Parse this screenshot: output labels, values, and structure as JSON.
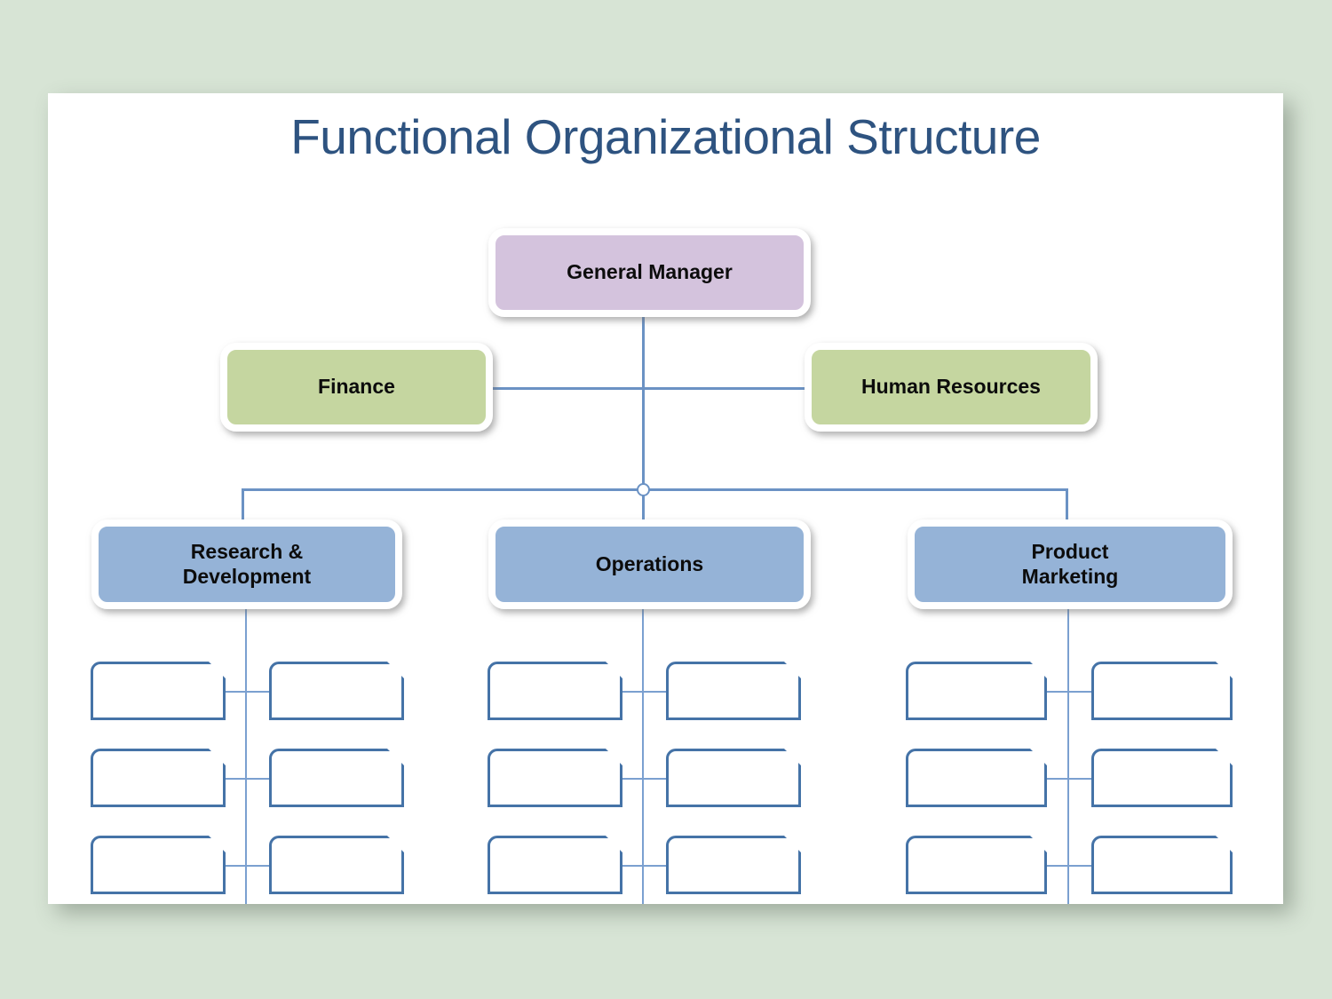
{
  "page": {
    "background_color": "#d7e4d5",
    "canvas_color": "#ffffff"
  },
  "title": "Functional Organizational Structure",
  "colors": {
    "title_text": "#2e5380",
    "executive_fill": "#d4c3dd",
    "support_fill": "#c5d6a0",
    "department_fill": "#95b3d7",
    "leaf_stroke": "#4573a7",
    "connector": "#6b92c4",
    "node_outline": "#ffffff"
  },
  "chart_data": {
    "type": "diagram",
    "diagram_kind": "organizational-chart",
    "levels": [
      {
        "level": 1,
        "role": "executive",
        "nodes": [
          {
            "id": "general-manager",
            "label": "General Manager",
            "fill": "#d4c3dd"
          }
        ]
      },
      {
        "level": 2,
        "role": "assistant",
        "nodes": [
          {
            "id": "finance",
            "label": "Finance",
            "fill": "#c5d6a0",
            "side": "left"
          },
          {
            "id": "human-resources",
            "label": "Human Resources",
            "fill": "#c5d6a0",
            "side": "right"
          }
        ]
      },
      {
        "level": 3,
        "role": "department",
        "nodes": [
          {
            "id": "research-development",
            "label": "Research &\nDevelopment",
            "label_line1": "Research &",
            "label_line2": "Development",
            "fill": "#95b3d7"
          },
          {
            "id": "operations",
            "label": "Operations",
            "label_line1": "Operations",
            "label_line2": "",
            "fill": "#95b3d7"
          },
          {
            "id": "product-marketing",
            "label": "Product\nMarketing",
            "label_line1": "Product",
            "label_line2": "Marketing",
            "fill": "#95b3d7"
          }
        ]
      },
      {
        "level": 4,
        "role": "sub-unit",
        "note": "Blank placeholder boxes: 3 rows x 2 columns beneath each department",
        "rows": 3,
        "columns_per_row": 2,
        "nodes_per_department": 6,
        "total_nodes": 18,
        "labels": [
          "",
          "",
          "",
          "",
          "",
          "",
          "",
          "",
          "",
          "",
          "",
          "",
          "",
          "",
          "",
          "",
          "",
          ""
        ]
      }
    ],
    "edges": [
      {
        "from": "general-manager",
        "to": "finance"
      },
      {
        "from": "general-manager",
        "to": "human-resources"
      },
      {
        "from": "general-manager",
        "to": "research-development"
      },
      {
        "from": "general-manager",
        "to": "operations"
      },
      {
        "from": "general-manager",
        "to": "product-marketing"
      }
    ]
  },
  "nodes": {
    "general_manager": "General Manager",
    "finance": "Finance",
    "human_resources": "Human Resources",
    "rd_line1": "Research &",
    "rd_line2": "Development",
    "operations": "Operations",
    "pm_line1": "Product",
    "pm_line2": "Marketing"
  }
}
